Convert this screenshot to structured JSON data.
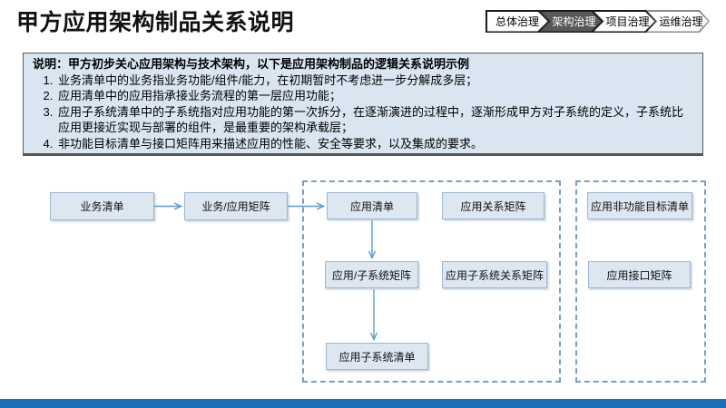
{
  "title": "甲方应用架构制品关系说明",
  "breadcrumb": {
    "items": [
      {
        "label": "总体治理",
        "active": false
      },
      {
        "label": "架构治理",
        "active": true
      },
      {
        "label": "项目治理",
        "active": false
      },
      {
        "label": "运维治理",
        "active": false
      }
    ]
  },
  "note": {
    "heading": "说明：甲方初步关心应用架构与技术架构，以下是应用架构制品的逻辑关系说明示例",
    "items": [
      "业务清单中的业务指业务功能/组件/能力，在初期暂时不考虑进一步分解成多层；",
      "应用清单中的应用指承接业务流程的第一层应用功能；",
      "应用子系统清单中的子系统指对应用功能的第一次拆分，在逐渐演进的过程中，逐渐形成甲方对子系统的定义，子系统比应用更接近实现与部署的组件，是最重要的架构承载层；",
      "非功能目标清单与接口矩阵用来描述应用的性能、安全等要求，以及集成的要求。"
    ]
  },
  "diagram": {
    "nodes": [
      {
        "id": "business-list",
        "label": "业务清单"
      },
      {
        "id": "business-app-matrix",
        "label": "业务/应用矩阵"
      },
      {
        "id": "app-list",
        "label": "应用清单"
      },
      {
        "id": "app-relation-matrix",
        "label": "应用关系矩阵"
      },
      {
        "id": "app-subsystem-matrix",
        "label": "应用/子系统矩阵"
      },
      {
        "id": "app-subsystem-relation-matrix",
        "label": "应用子系统关系矩阵"
      },
      {
        "id": "app-subsystem-list",
        "label": "应用子系统清单"
      },
      {
        "id": "app-nonfunctional-goal-list",
        "label": "应用非功能目标清单"
      },
      {
        "id": "app-interface-matrix",
        "label": "应用接口矩阵"
      }
    ]
  },
  "colors": {
    "note_background": "#d9e6f2",
    "node_background": "#dce7f2",
    "node_border": "#9db7d2",
    "group_dashed_border": "#7a9cc6",
    "arrow": "#5b9bd5",
    "active_chevron": "#595959",
    "footer_bar": "#1b70b8"
  }
}
